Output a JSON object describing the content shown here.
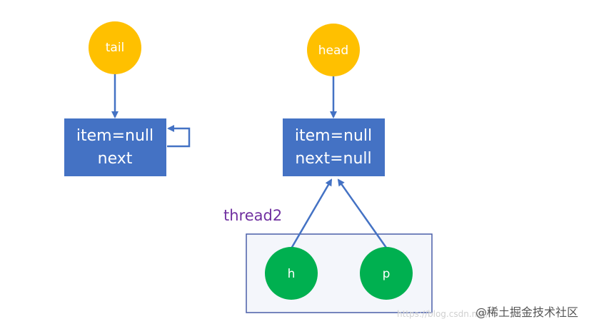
{
  "nodes": {
    "tail": "tail",
    "head": "head",
    "h": "h",
    "p": "p"
  },
  "left_box": {
    "line1": "item=null",
    "line2": "next"
  },
  "right_box": {
    "line1": "item=null",
    "line2": "next=null"
  },
  "thread_label": "thread2",
  "watermark": {
    "url": "https://blog.csdn.net/...",
    "brand": "@稀土掘金技术社区"
  },
  "colors": {
    "pointer_circle": "#ffc000",
    "thread_circle": "#00b050",
    "node_box": "#4472c4",
    "arrow": "#4472c4",
    "thread_text": "#7030a0",
    "group_border": "#4a5fa8"
  }
}
